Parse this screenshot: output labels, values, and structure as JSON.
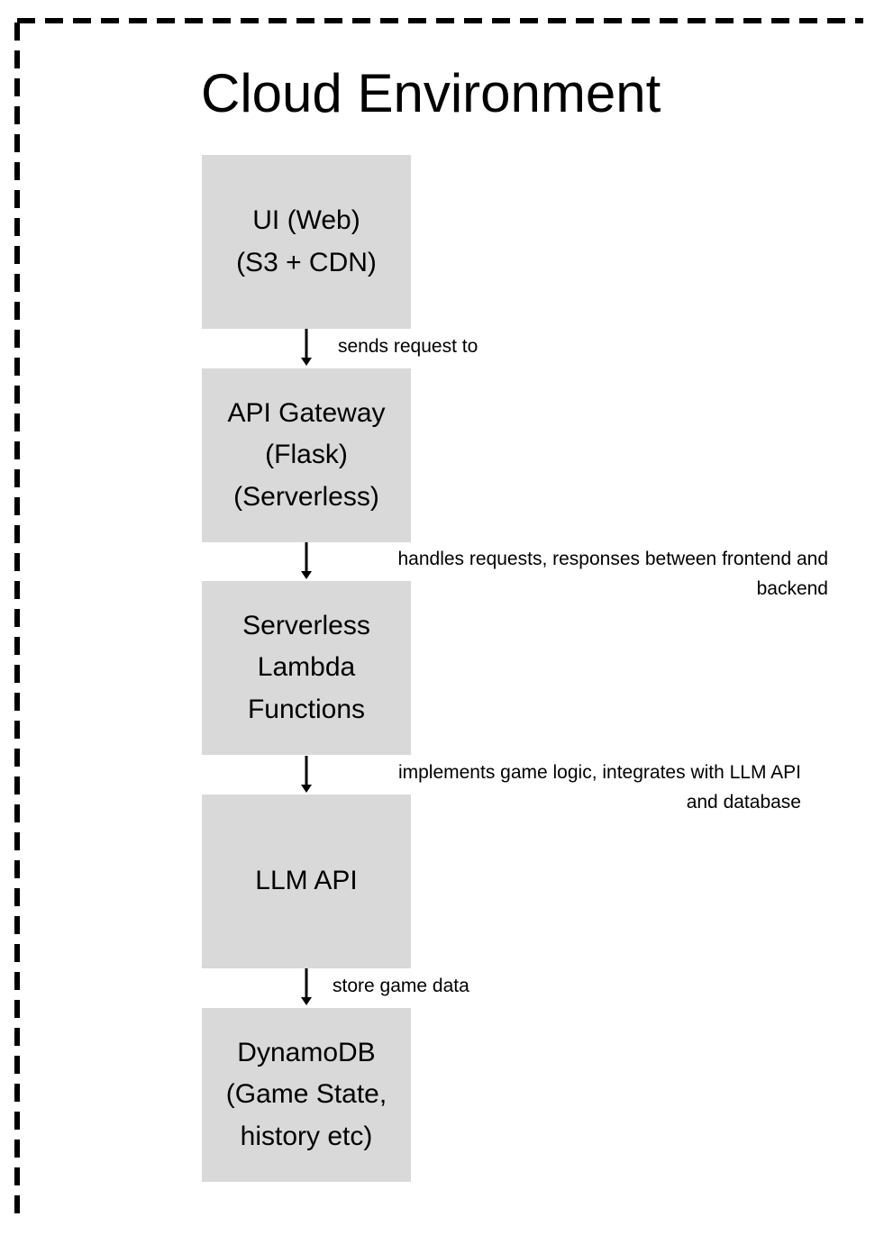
{
  "diagram": {
    "title": "Cloud Environment",
    "nodes": [
      {
        "id": "ui",
        "label": "UI (Web)\n(S3 + CDN)"
      },
      {
        "id": "gateway",
        "label": "API Gateway\n(Flask)\n(Serverless)"
      },
      {
        "id": "lambda",
        "label": "Serverless\nLambda\nFunctions"
      },
      {
        "id": "llm",
        "label": "LLM API"
      },
      {
        "id": "dynamo",
        "label": "DynamoDB\n(Game State,\nhistory etc)"
      }
    ],
    "edges": [
      {
        "from": "ui",
        "to": "gateway",
        "label": "sends request to"
      },
      {
        "from": "gateway",
        "to": "lambda",
        "label": "handles requests, responses between frontend and\nbackend"
      },
      {
        "from": "lambda",
        "to": "llm",
        "label": "implements game logic,  integrates with LLM API\nand database"
      },
      {
        "from": "llm",
        "to": "dynamo",
        "label": "store game data"
      }
    ],
    "colors": {
      "node_fill": "#d9d9d9",
      "stroke": "#000000",
      "background": "#ffffff"
    }
  }
}
